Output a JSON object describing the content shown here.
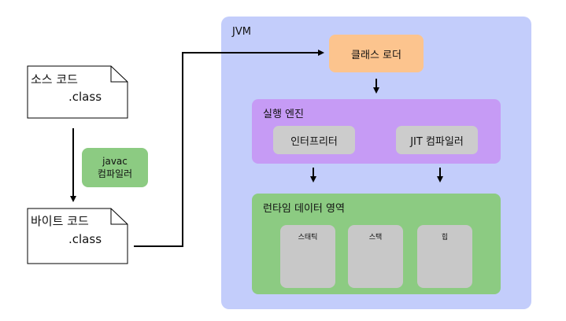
{
  "source_file": {
    "title": "소스 코드",
    "ext": ".class"
  },
  "compiler": {
    "line1": "javac",
    "line2": "컴파일러"
  },
  "bytecode_file": {
    "title": "바이트 코드",
    "ext": ".class"
  },
  "jvm": {
    "label": "JVM",
    "class_loader": "클래스 로더",
    "execution_engine": {
      "label": "실행 엔진",
      "interpreter": "인터프리터",
      "jit": "JIT 컴파일러"
    },
    "runtime_data_area": {
      "label": "런타임 데이터 영역",
      "areas": [
        "스태틱",
        "스택",
        "힙"
      ]
    }
  },
  "colors": {
    "jvm_bg": "#c3cdfb",
    "class_loader": "#fcc48e",
    "execution_engine": "#c69bf5",
    "runtime_area": "#8ccb82",
    "compiler": "#8ccb82",
    "memory_block": "#c8c8c8"
  }
}
